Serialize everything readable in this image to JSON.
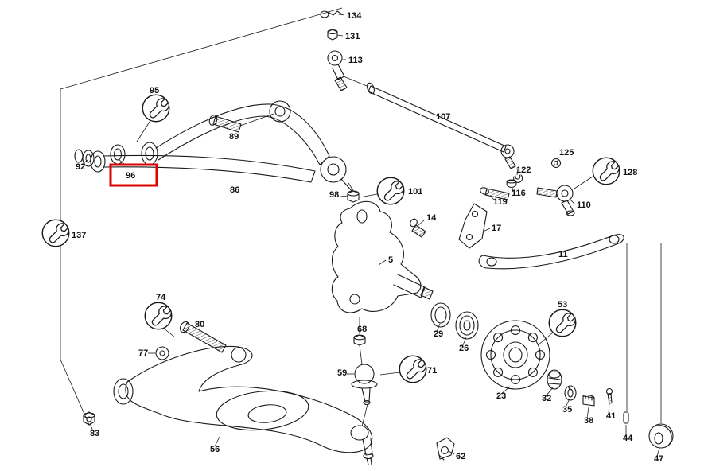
{
  "diagram": {
    "type": "exploded-parts-diagram",
    "subject": "front axle / suspension exploded view",
    "background_color": "#ffffff",
    "line_color": "#1a1a1a",
    "highlight": {
      "part": "96",
      "color": "#dd0000"
    },
    "special_tool_icon_parts": [
      "95",
      "101",
      "137",
      "128",
      "74",
      "53",
      "71"
    ],
    "parts": [
      {
        "number": "134"
      },
      {
        "number": "131"
      },
      {
        "number": "113"
      },
      {
        "number": "107"
      },
      {
        "number": "89"
      },
      {
        "number": "95"
      },
      {
        "number": "92"
      },
      {
        "number": "96"
      },
      {
        "number": "86"
      },
      {
        "number": "98"
      },
      {
        "number": "101"
      },
      {
        "number": "137"
      },
      {
        "number": "14"
      },
      {
        "number": "17"
      },
      {
        "number": "122"
      },
      {
        "number": "125"
      },
      {
        "number": "116"
      },
      {
        "number": "119"
      },
      {
        "number": "110"
      },
      {
        "number": "128"
      },
      {
        "number": "11"
      },
      {
        "number": "5"
      },
      {
        "number": "29"
      },
      {
        "number": "26"
      },
      {
        "number": "23"
      },
      {
        "number": "53"
      },
      {
        "number": "32"
      },
      {
        "number": "35"
      },
      {
        "number": "38"
      },
      {
        "number": "41"
      },
      {
        "number": "44"
      },
      {
        "number": "47"
      },
      {
        "number": "68"
      },
      {
        "number": "59"
      },
      {
        "number": "71"
      },
      {
        "number": "74"
      },
      {
        "number": "80"
      },
      {
        "number": "77"
      },
      {
        "number": "83"
      },
      {
        "number": "56"
      },
      {
        "number": "62"
      }
    ]
  }
}
